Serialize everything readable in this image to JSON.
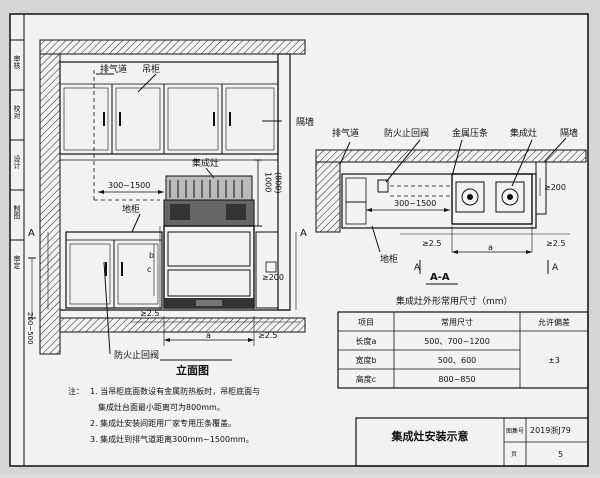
{
  "side_strip": [
    "审核",
    "校对",
    "设计",
    "制图",
    "审定"
  ],
  "elevation": {
    "label_exhaust": "排气道",
    "label_cabinet": "吊柜",
    "label_wall": "隔墙",
    "label_stove": "集成灶",
    "label_base": "地柜",
    "label_valve": "防火止回阀",
    "dim_horizontal": "300~1500",
    "dim_vertical": "1000",
    "dim_vertical_alt": "(800)",
    "dim_ge200": "≥200",
    "dim_ge25_left": "≥2.5",
    "dim_a": "a",
    "dim_ge25_right": "≥2.5",
    "dim_height": "200~500",
    "letter_b": "b",
    "letter_c": "c",
    "section_mark": "A",
    "title": "立面图"
  },
  "plan": {
    "label_exhaust": "排气道",
    "label_valve": "防火止回阀",
    "label_strip": "金属压条",
    "label_stove": "集成灶",
    "label_wall": "隔墙",
    "dim_right": "≥200",
    "dim_horizontal": "300~1500",
    "dim_ge25_left": "≥2.5",
    "dim_a": "a",
    "dim_ge25_right": "≥2.5",
    "label_base": "地柜",
    "section_mark": "A",
    "title": "A-A"
  },
  "table": {
    "title": "集成灶外形常用尺寸（mm）",
    "headers": [
      "项目",
      "常用尺寸",
      "允许偏差"
    ],
    "rows": [
      [
        "长度a",
        "500、700~1200"
      ],
      [
        "宽度b",
        "500、600"
      ],
      [
        "高度c",
        "800~850"
      ]
    ],
    "tolerance": "±3"
  },
  "notes": {
    "prefix": "注：",
    "items": [
      "1. 当吊柜底面数设有金属防热板时，吊柜底面与",
      "集成灶台面最小距离可为800mm。",
      "2. 集成灶安装间距用厂家专用压条覆盖。",
      "3. 集成灶到排气道距离300mm~1500mm。"
    ]
  },
  "title_block": {
    "title": "集成灶安装示意",
    "atlas_label": "图集号",
    "atlas_no": "2019浙J79",
    "page_label": "页",
    "page_no": "5"
  }
}
